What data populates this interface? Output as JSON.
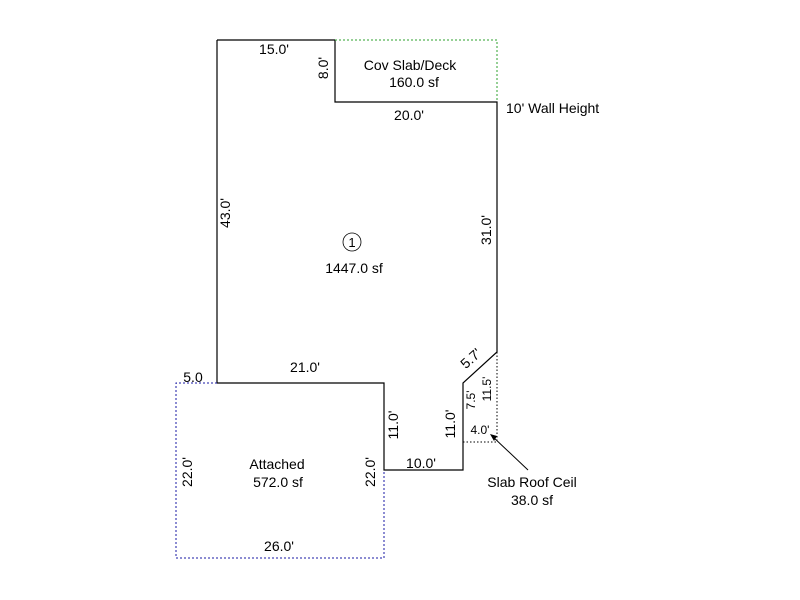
{
  "main_area": {
    "badge": "1",
    "area": "1447.0 sf",
    "wall_height": "10' Wall Height",
    "dims": {
      "top": "15.0'",
      "left": "43.0'",
      "right": "31.0'",
      "diagonal": "5.7'",
      "step_top": "21.0'",
      "step_left": "5.0",
      "inner_drop": "11.0'",
      "bottom": "10.0'",
      "right_drop": "11.0'"
    }
  },
  "deck": {
    "name": "Cov Slab/Deck",
    "area": "160.0 sf",
    "dims": {
      "side": "8.0'",
      "bottom": "20.0'"
    }
  },
  "garage": {
    "name": "Attached",
    "area": "572.0 sf",
    "dims": {
      "left": "22.0'",
      "right": "22.0'",
      "bottom": "26.0'"
    }
  },
  "slab_roof": {
    "name": "Slab Roof Ceil",
    "area": "38.0 sf",
    "dims": {
      "a": "7.5'",
      "b": "11.5'",
      "c": "4.0'"
    }
  },
  "colors": {
    "walls": "#000000",
    "deck_outline": "#2ca02c",
    "garage_outline": "#1a1aa6"
  }
}
